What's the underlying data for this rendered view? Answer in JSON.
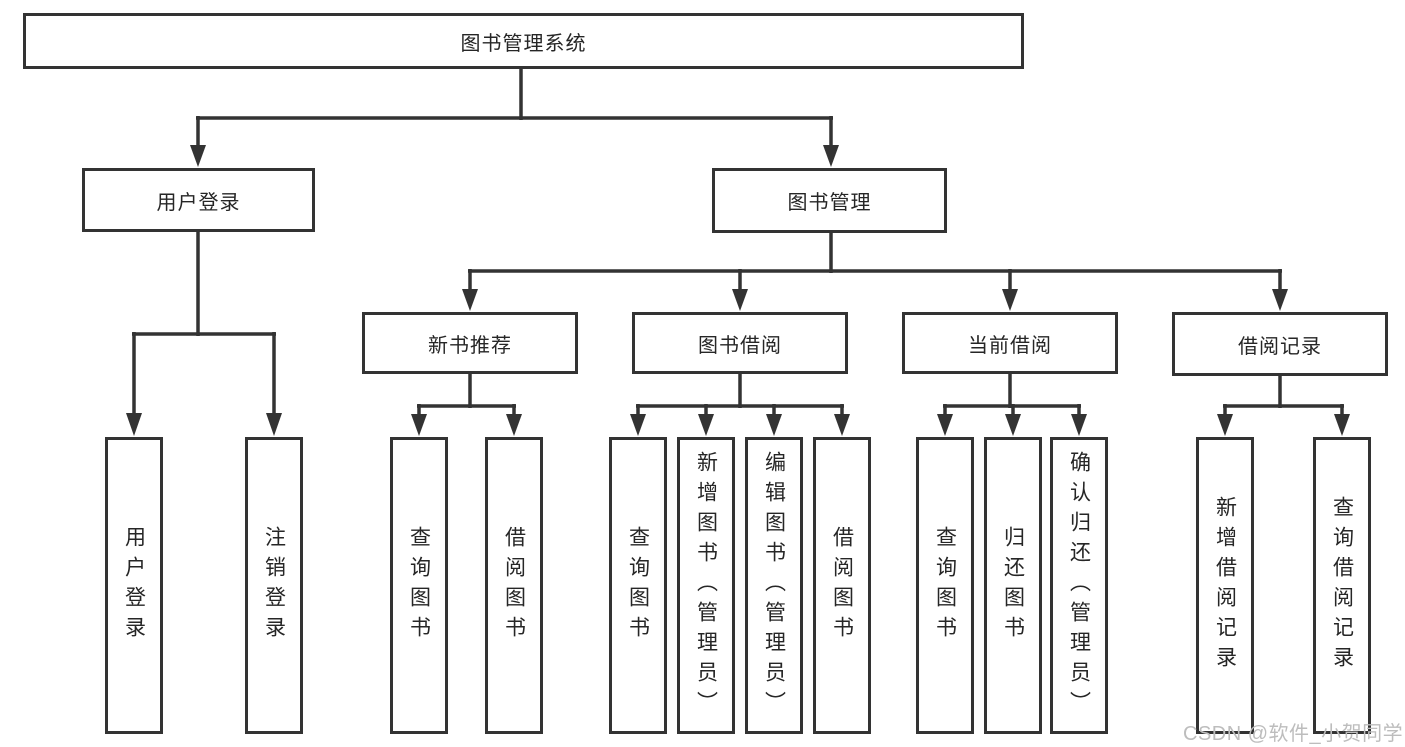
{
  "nodes": {
    "root": "图书管理系统",
    "user_login": "用户登录",
    "book_mgmt": "图书管理",
    "new_books": "新书推荐",
    "book_borrow": "图书借阅",
    "current_borrow": "当前借阅",
    "borrow_records": "借阅记录"
  },
  "leaves": {
    "user_login": [
      "用户登录",
      "注销登录"
    ],
    "new_books": [
      "查询图书",
      "借阅图书"
    ],
    "book_borrow": [
      "查询图书",
      "新增图书（管理员）",
      "编辑图书（管理员）",
      "借阅图书"
    ],
    "current_borrow": [
      "查询图书",
      "归还图书",
      "确认归还（管理员）"
    ],
    "borrow_records": [
      "新增借阅记录",
      "查询借阅记录"
    ]
  },
  "watermark": {
    "text": "CSDN @软件_小贺同学"
  },
  "colors": {
    "line": "#333333",
    "text": "#262626",
    "background": "#ffffff",
    "watermark": "#bdbdbd"
  }
}
